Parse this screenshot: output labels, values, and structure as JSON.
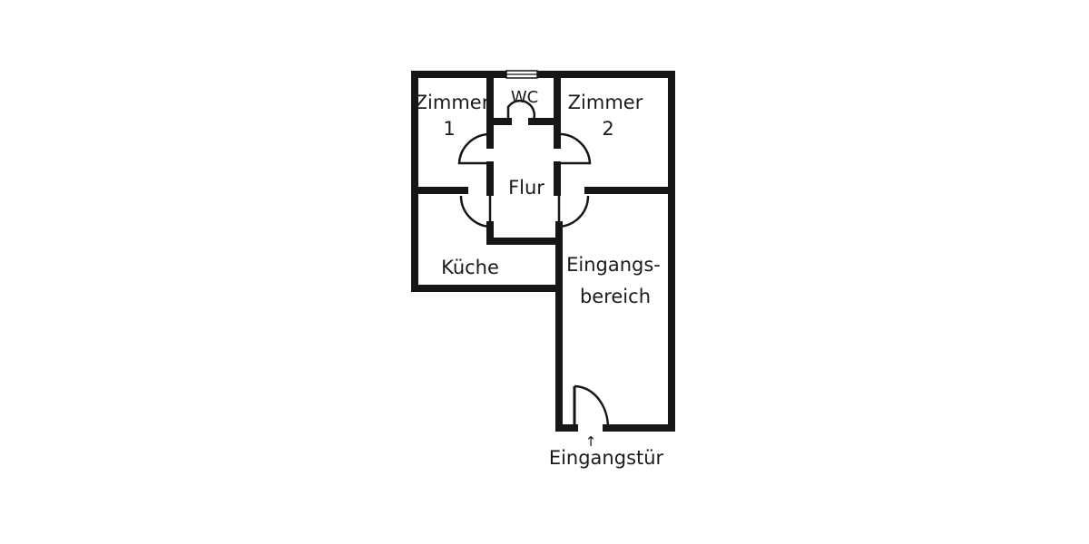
{
  "plan": {
    "rooms": {
      "zimmer1": [
        "Zimmer",
        "1"
      ],
      "wc": "WC",
      "zimmer2": [
        "Zimmer",
        "2"
      ],
      "flur": "Flur",
      "kueche": "Küche",
      "eingangsbereich": [
        "Eingangs-",
        "bereich"
      ]
    },
    "entrance_label": "Eingangstür",
    "entrance_arrow": "↑"
  }
}
